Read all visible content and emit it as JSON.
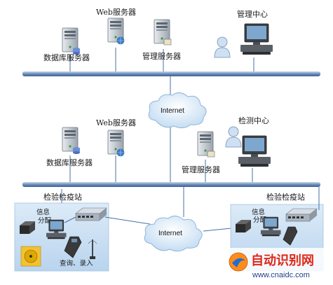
{
  "top": {
    "web_server_label": "Web服务器",
    "db_server_label": "数据库服务器",
    "mgmt_server_label": "管理服务器",
    "center_label": "管理中心"
  },
  "middle": {
    "web_server_label": "Web服务器",
    "db_server_label": "数据库服务器",
    "mgmt_server_label": "管理服务器",
    "center_label": "检测中心"
  },
  "clouds": {
    "upper": "Internet",
    "lower": "Internet"
  },
  "stations": {
    "left": {
      "title": "检验检疫站",
      "info_label_1": "信息",
      "info_label_2": "分配",
      "query_label": "查询、录入"
    },
    "right": {
      "title": "检验检疫站",
      "info_label_1": "信息",
      "info_label_2": "分配"
    }
  },
  "watermark": {
    "brand": "自动识别网",
    "url": "www.cnaidc.com"
  },
  "colors": {
    "bus": "#5a7fb0",
    "link": "#4a6fa5",
    "station_bg": "#cfe2f3",
    "cloud": "#dfeefb",
    "brand": "#e0281a"
  }
}
